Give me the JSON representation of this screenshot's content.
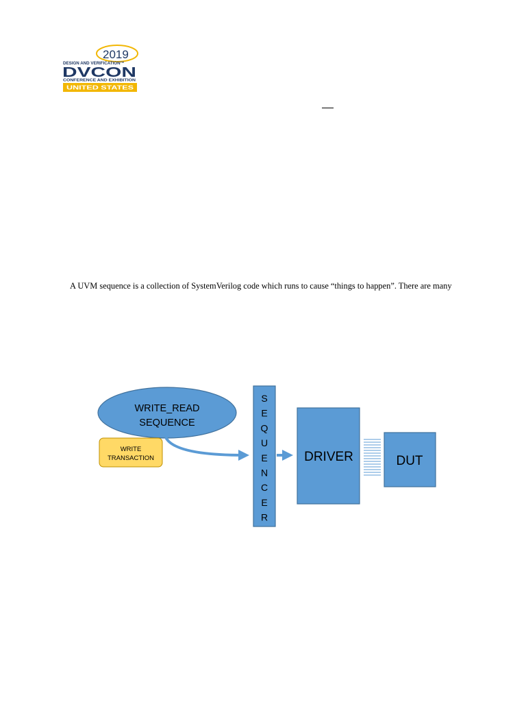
{
  "logo": {
    "year": "2019",
    "tagline": "DESIGN AND VERIFICATION™",
    "name": "DVCON",
    "subtitle": "CONFERENCE AND EXHIBITION",
    "region": "UNITED STATES"
  },
  "body": {
    "intro": "A UVM sequence is a collection of SystemVerilog code which runs to cause “things to happen”. There are many"
  },
  "diagram": {
    "sequence_line1": "WRITE_READ",
    "sequence_line2": "SEQUENCE",
    "transaction_line1": "WRITE",
    "transaction_line2": "TRANSACTION",
    "sequencer_letters": [
      "S",
      "E",
      "Q",
      "U",
      "E",
      "N",
      "C",
      "E",
      "R"
    ],
    "driver": "DRIVER",
    "dut": "DUT"
  },
  "colors": {
    "box_blue": "#5B9BD5",
    "box_border": "#41719C",
    "note_yellow": "#FFD966",
    "note_border": "#BF9000",
    "logo_gold": "#F2B705",
    "logo_navy": "#1F3864"
  }
}
